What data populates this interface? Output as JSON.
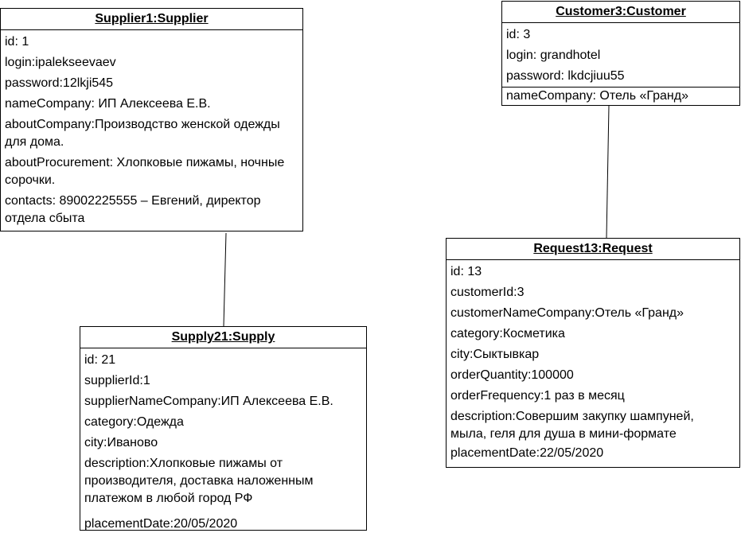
{
  "supplier1": {
    "title": "Supplier1:Supplier",
    "attrs": [
      "id: 1",
      "login:ipalekseevaev",
      "password:12lkji545",
      "nameCompany: ИП Алексеева Е.В.",
      "aboutCompany:Производство женской одежды для дома.",
      "aboutProcurement: Хлопковые пижамы, ночные сорочки.",
      "contacts: 89002225555 – Евгений, директор отдела сбыта"
    ]
  },
  "supply21": {
    "title": "Supply21:Supply",
    "attrs": [
      "id: 21",
      "supplierId:1",
      "supplierNameCompany:ИП Алексеева Е.В.",
      "category:Одежда",
      "city:Иваново",
      "description:Хлопковые пижамы от производителя, доставка наложенным платежом в любой город РФ",
      "placementDate:20/05/2020"
    ]
  },
  "customer3": {
    "title": "Customer3:Customer",
    "attrs": [
      "id: 3",
      "login: grandhotel",
      "password: lkdcjiuu55",
      "nameCompany: Отель «Гранд»"
    ]
  },
  "request13": {
    "title": "Request13:Request",
    "attrs": [
      "id: 13",
      "customerId:3",
      "customerNameCompany:Отель «Гранд»",
      "category:Косметика",
      "city:Сыктывкар",
      "orderQuantity:100000",
      "orderFrequency:1 раз в месяц",
      "description:Совершим закупку шампуней,  мыла, геля для душа в мини-формате",
      "placementDate:22/05/2020"
    ]
  }
}
